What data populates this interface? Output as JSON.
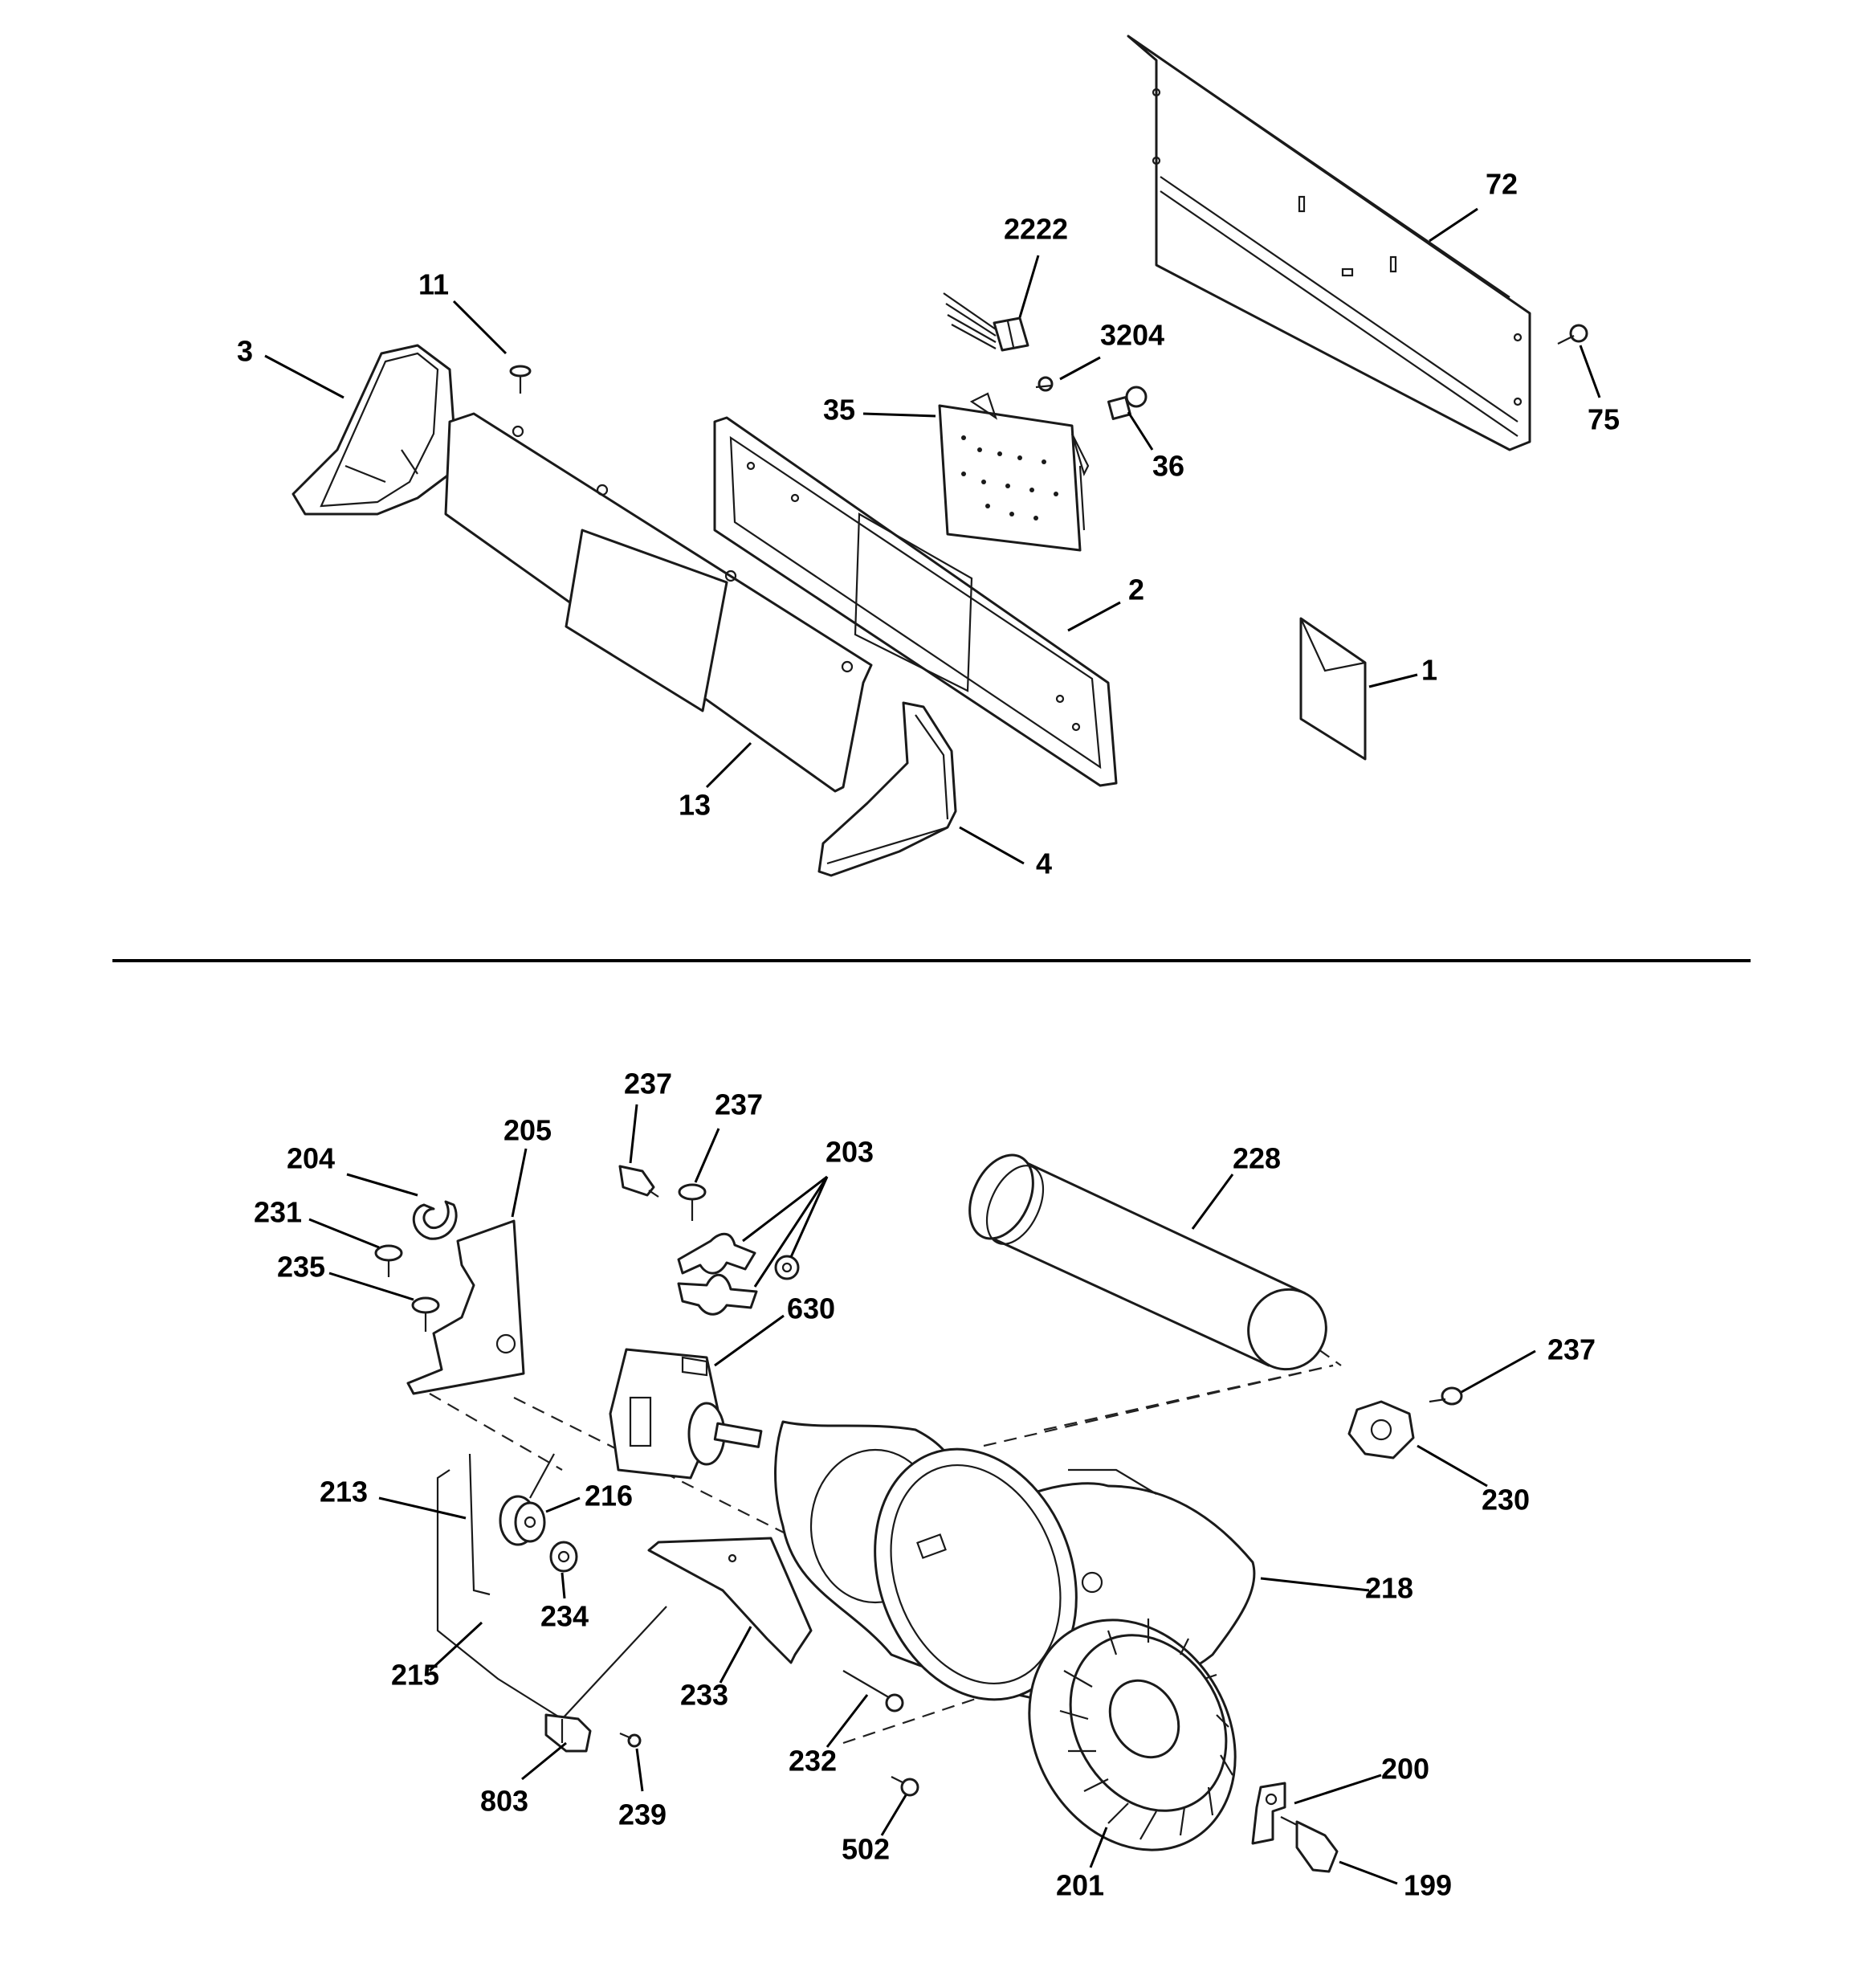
{
  "labels": {
    "p72": "72",
    "p2222": "2222",
    "p11": "11",
    "p3": "3",
    "p3204": "3204",
    "p75": "75",
    "p35": "35",
    "p36": "36",
    "p2": "2",
    "p1": "1",
    "p13": "13",
    "p4": "4",
    "p237a": "237",
    "p237b": "237",
    "p203": "203",
    "p205": "205",
    "p204": "204",
    "p228": "228",
    "p231": "231",
    "p235": "235",
    "p630": "630",
    "p237c": "237",
    "p230": "230",
    "p213": "213",
    "p216": "216",
    "p218": "218",
    "p234": "234",
    "p215": "215",
    "p233": "233",
    "p232": "232",
    "p200": "200",
    "p803": "803",
    "p239": "239",
    "p502": "502",
    "p201": "201",
    "p199": "199"
  }
}
